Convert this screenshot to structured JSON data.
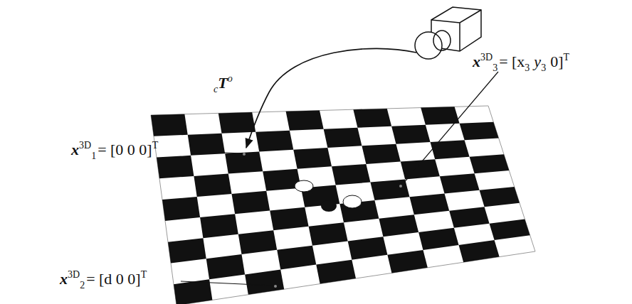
{
  "diagram": {
    "labels": [
      "c",
      "T",
      "o",
      "x",
      "3D",
      "1",
      "= [0 0 0]",
      "T",
      "x",
      "3D",
      "2",
      "= [d 0 0]",
      "T",
      "x",
      "3D",
      "3",
      "= [x",
      "3",
      "y",
      "3",
      "0]",
      "T"
    ]
  }
}
